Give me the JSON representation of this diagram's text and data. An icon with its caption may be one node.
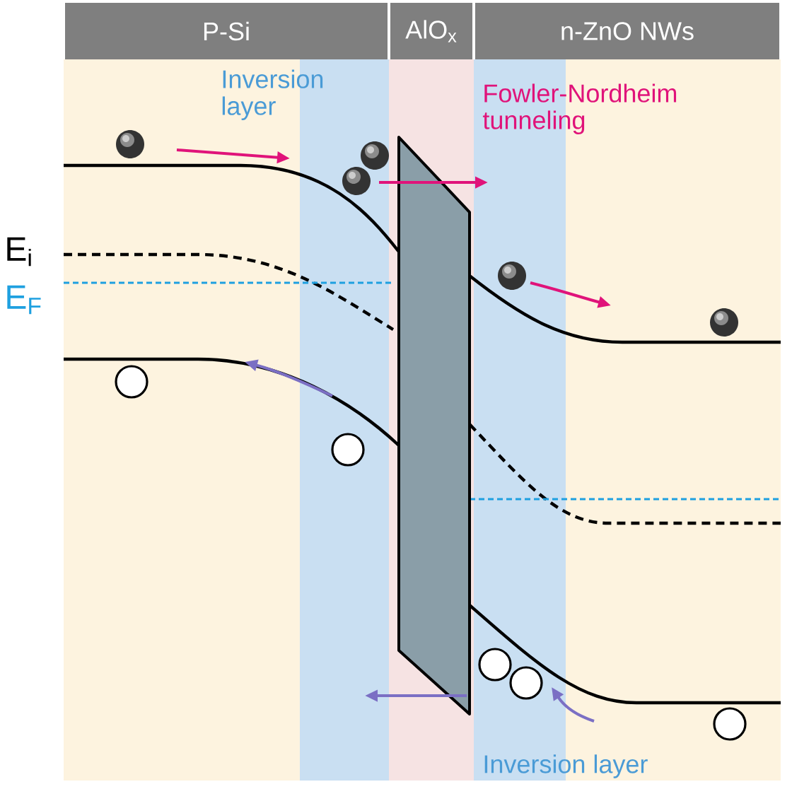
{
  "diagram": {
    "nodes": [
      {
        "text": [
          "P-Si"
        ]
      },
      {
        "text": [
          "AlO$_{x}$"
        ]
      },
      {
        "text": [
          "n-ZnO NWs"
        ]
      }
    ],
    "labels": [
      "Inversion layer",
      "Fowler-Nordheim tunneling",
      "E$_{i}$",
      "E$_{F}$",
      "Inversion layer"
    ]
  }
}
